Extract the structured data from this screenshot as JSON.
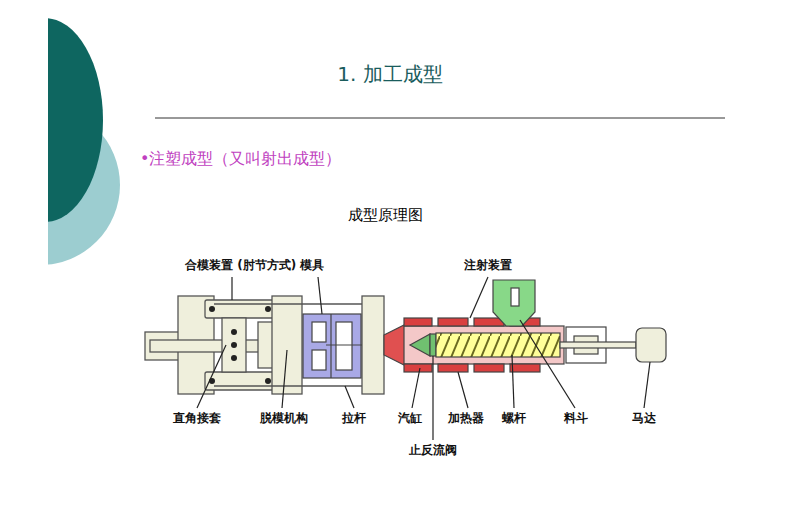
{
  "diagram": {
    "title": "1. 加工成型",
    "labels": [
      "•注塑成型（又叫射出成型）",
      "成型原理图",
      "合模装置 (肘节方式) 模具",
      "注射装置",
      "直角接套",
      "脱模机构",
      "拉杆",
      "汽缸",
      "加热器",
      "螺杆",
      "料斗",
      "马达",
      "止反流阀"
    ]
  }
}
